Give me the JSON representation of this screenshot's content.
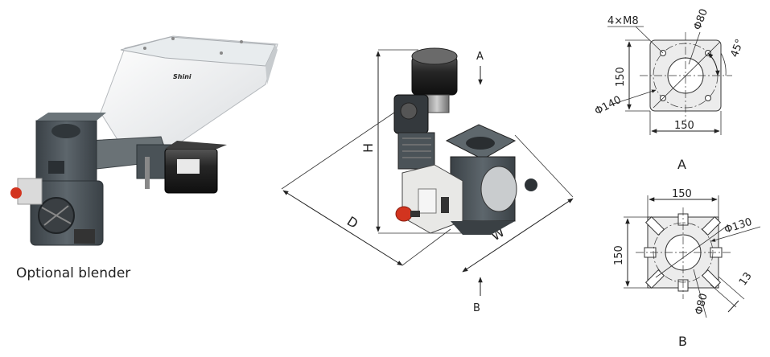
{
  "caption": "Optional blender",
  "main_view": {
    "dim_h": "H",
    "dim_d": "D",
    "dim_w": "W",
    "arrow_a": "A",
    "arrow_b": "B",
    "logo": "Shini"
  },
  "view_a": {
    "holes": "4×M8",
    "bore": "Φ80",
    "angle": "45°",
    "height": "150",
    "width": "150",
    "pcd": "Φ140",
    "label": "A"
  },
  "view_b": {
    "width": "150",
    "height": "150",
    "pcd": "Φ130",
    "slot": "13",
    "bore": "Φ80",
    "label": "B"
  },
  "colors": {
    "hopper": "#f2f3f4",
    "body": "#4b5358",
    "motor": "#1c1c1c",
    "dark_metal": "#2d3236",
    "red_knob": "#d2341f",
    "panel": "#e8e8e6"
  }
}
